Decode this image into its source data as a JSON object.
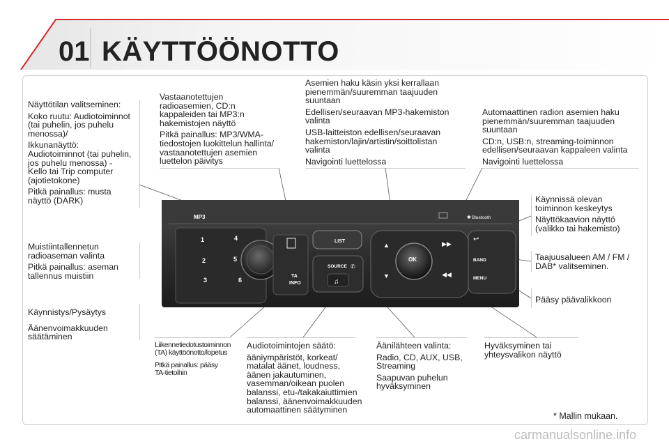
{
  "header": {
    "chapter": "01",
    "title": "KÄYTTÖÖNOTTO"
  },
  "left": {
    "display": [
      "Näyttötilan valitseminen:",
      "Koko ruutu: Audiotoiminnot\n(tai puhelin, jos puhelu\nmenossa)/",
      "Ikkunanäyttö:\nAudiotoiminnot (tai puhelin,\njos puhelu menossa) -\nKello tai Trip computer\n(ajotietokone)",
      "Pitkä painallus: musta\nnäyttö (DARK)"
    ],
    "memory": [
      "Muistiintallennetun\nradioaseman valinta",
      "Pitkä painallus: aseman\ntallennus muistiin"
    ],
    "power": [
      "Käynnistys/Pysäytys",
      "Äänenvoimakkuuden\nsäätäminen"
    ]
  },
  "top": {
    "list": [
      "Vastaanotettujen\nradioasemien, CD:n\nkappaleiden tai MP3:n\nhakemistojen näyttö",
      "Pitkä painallus: MP3/WMA-\ntiedostojen luokittelun hallinta/\nvastaanotettujen asemien\nluettelon päivitys"
    ],
    "manual_search": [
      "Asemien haku käsin yksi kerrallaan\npienemmän/suuremman taajuuden\nsuuntaan",
      "Edellisen/seuraavan MP3-hakemiston\nvalinta",
      "USB-laitteiston edellisen/seuraavan\nhakemiston/lajin/artistin/soittolistan\nvalinta",
      "Navigointi luettelossa"
    ],
    "auto_search": [
      "Automaattinen radion asemien haku\npienemmän/suuremman taajuuden\nsuuntaan",
      "CD:n, USB:n, streaming-toiminnon\nedellisen/seuraavan kappaleen valinta",
      "Navigointi luettelossa"
    ]
  },
  "right": {
    "back": [
      "Käynnissä olevan\ntoiminnon keskeytys",
      "Näyttökaavion näyttö\n(valikko tai hakemisto)"
    ],
    "band": "Taajuusalueen AM / FM /\nDAB* valitseminen.",
    "menu": "Pääsy päävalikkoon"
  },
  "bottom": {
    "ta": [
      "Liikennetiedotustoiminnon\n(TA) käyttöönotto/lopetus",
      "Pitkä painallus: pääsy\nTA-tietoihin"
    ],
    "audio": [
      "Audiotoimintojen säätö:",
      "ääniympäristöt, korkeat/\nmatalat äänet, loudness,\näänen jakautuminen,\nvasemman/oikean puolen\nbalanssi, etu-/takakaiuttimien\nbalanssi, äänenvoimakkuuden\nautomaattinen säätyminen"
    ],
    "source": [
      "Äänilähteen valinta:",
      "Radio, CD, AUX, USB,\nStreaming",
      "Saapuvan puhelun\nhyväksyminen"
    ],
    "ok": "Hyväksyminen tai\nyhteysvalikon näyttö"
  },
  "panel": {
    "mp3": "MP3",
    "list": "LIST",
    "source": "SOURCE",
    "ok": "OK",
    "band": "BAND",
    "menu": "MENU",
    "ta": "TA",
    "info": "INFO",
    "bluetooth": "Bluetooth",
    "presets": [
      "1",
      "2",
      "3",
      "4",
      "5",
      "6"
    ]
  },
  "footnote": "* Mallin mukaan.",
  "watermark": "carmanualsonline.info",
  "colors": {
    "panel": "#2b2b2b",
    "button": "#3a3a3a",
    "label": "#ffffff",
    "divider": "#cccccc"
  }
}
